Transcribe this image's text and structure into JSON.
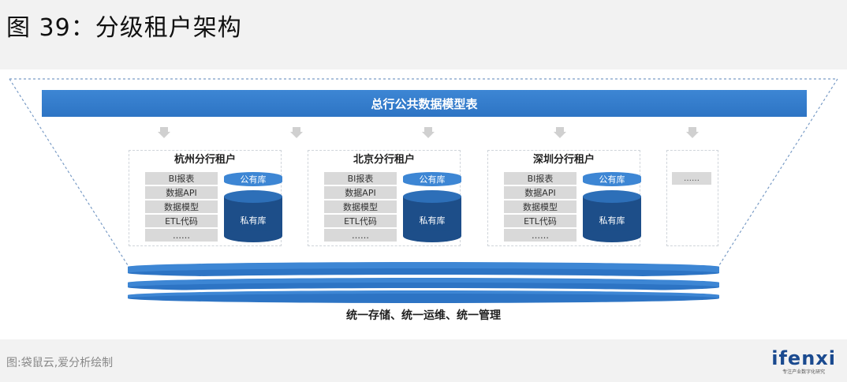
{
  "title": "图 39：分级租户架构",
  "banner": "总行公共数据模型表",
  "tenants": [
    {
      "name": "杭州分行租户",
      "items": [
        "BI报表",
        "数据API",
        "数据模型",
        "ETL代码",
        "……"
      ],
      "public_db": "公有库",
      "private_db": "私有库"
    },
    {
      "name": "北京分行租户",
      "items": [
        "BI报表",
        "数据API",
        "数据模型",
        "ETL代码",
        "……"
      ],
      "public_db": "公有库",
      "private_db": "私有库"
    },
    {
      "name": "深圳分行租户",
      "items": [
        "BI报表",
        "数据API",
        "数据模型",
        "ETL代码",
        "……"
      ],
      "public_db": "公有库",
      "private_db": "私有库"
    }
  ],
  "placeholder": "……",
  "bottom_label": "统一存储、统一运维、统一管理",
  "source": "图:袋鼠云,爱分析绘制",
  "logo": {
    "text": "ifenxi",
    "subtitle": "专注产业数字化研究"
  },
  "colors": {
    "primary": "#2d74c4",
    "dark": "#1d4e89",
    "gray": "#d9d9d9"
  }
}
